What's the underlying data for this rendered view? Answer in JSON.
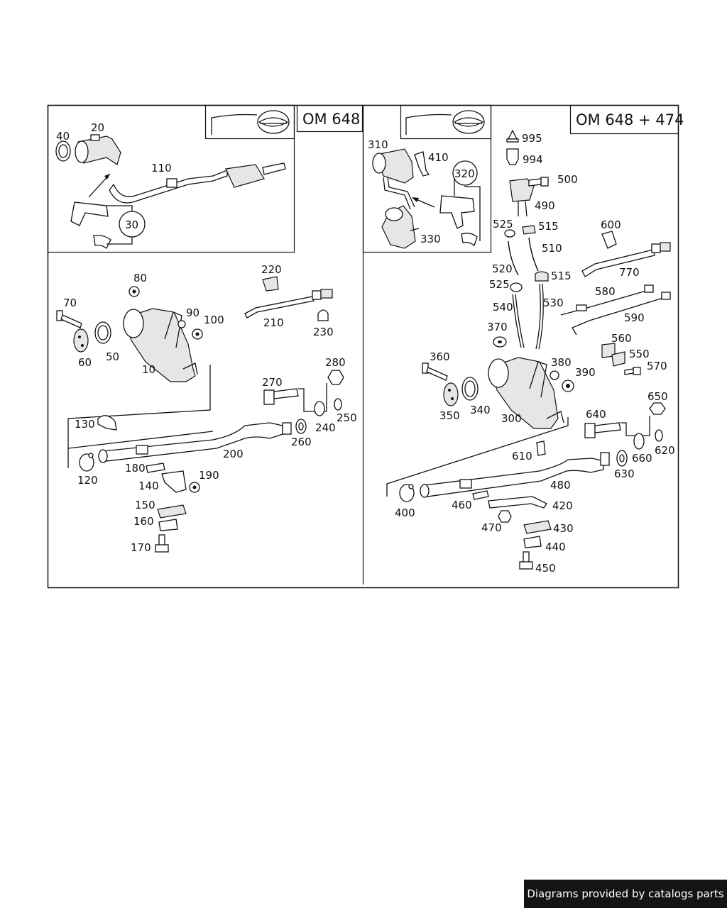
{
  "panels": {
    "left": {
      "title": "OM 648",
      "callout": "30",
      "parts": [
        "20",
        "40",
        "110",
        "10",
        "50",
        "60",
        "70",
        "80",
        "90",
        "100",
        "120",
        "130",
        "140",
        "150",
        "160",
        "170",
        "180",
        "190",
        "200",
        "210",
        "220",
        "230",
        "240",
        "250",
        "260",
        "270",
        "280"
      ]
    },
    "right": {
      "title": "OM 648 + 474",
      "callout": "320",
      "parts": [
        "310",
        "410",
        "330",
        "995",
        "994",
        "500",
        "490",
        "525",
        "515",
        "510",
        "600",
        "520",
        "525",
        "515",
        "770",
        "540",
        "530",
        "580",
        "590",
        "370",
        "560",
        "550",
        "570",
        "360",
        "380",
        "390",
        "650",
        "350",
        "340",
        "300",
        "640",
        "610",
        "620",
        "660",
        "630",
        "480",
        "400",
        "460",
        "420",
        "470",
        "430",
        "440",
        "450"
      ]
    }
  },
  "footer": {
    "credit": "Diagrams provided by catalogs parts"
  }
}
